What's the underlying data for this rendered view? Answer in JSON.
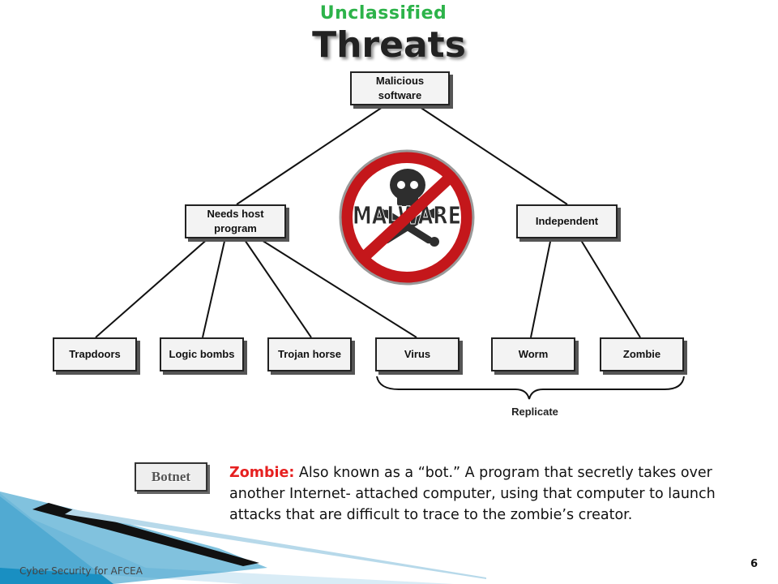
{
  "header": {
    "classification": "Unclassified",
    "title": "Threats"
  },
  "diagram": {
    "root": "Malicious software",
    "branches": {
      "host": "Needs host program",
      "independent": "Independent"
    },
    "leaves": {
      "trapdoors": "Trapdoors",
      "logic_bombs": "Logic bombs",
      "trojan_horse": "Trojan horse",
      "virus": "Virus",
      "worm": "Worm",
      "zombie": "Zombie"
    },
    "group_label": "Replicate",
    "malware_logo_text": "MALWARE"
  },
  "botnet_label": "Botnet",
  "definition": {
    "term": "Zombie:",
    "text": " Also known as a “bot.” A program that secretly takes over another Internet- attached computer, using that computer to launch attacks that are difficult to trace to the zombie’s creator."
  },
  "footer": {
    "text": "Cyber Security for AFCEA",
    "page": "6"
  },
  "colors": {
    "classification": "#2db34a",
    "term": "#e62020",
    "stripe_blue": "#1a8fc2"
  }
}
